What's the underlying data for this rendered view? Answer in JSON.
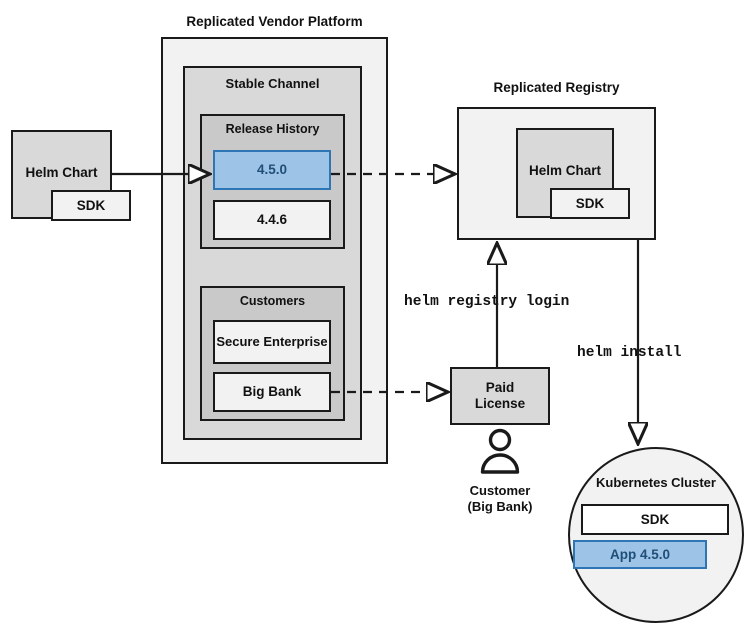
{
  "diagram": {
    "title_platform": "Replicated Vendor Platform",
    "title_registry": "Replicated Registry"
  },
  "source_chart": {
    "name": "Helm Chart",
    "sdk": "SDK"
  },
  "platform": {
    "channel": {
      "label": "Stable Channel",
      "release_history": {
        "label": "Release History",
        "releases": [
          {
            "version": "4.5.0",
            "highlighted": true
          },
          {
            "version": "4.4.6",
            "highlighted": false
          }
        ]
      },
      "customers": {
        "label": "Customers",
        "entries": [
          {
            "name": "Secure Enterprise"
          },
          {
            "name": "Big Bank"
          }
        ]
      }
    }
  },
  "registry": {
    "chart": {
      "name": "Helm Chart",
      "sdk": "SDK"
    }
  },
  "license": {
    "label_line1": "Paid",
    "label_line2": "License"
  },
  "customer": {
    "label_line1": "Customer",
    "label_line2": "(Big Bank)"
  },
  "cluster": {
    "label": "Kubernetes Cluster",
    "components": [
      {
        "name": "SDK",
        "highlighted": false
      },
      {
        "name": "App 4.5.0",
        "highlighted": true
      }
    ]
  },
  "commands": {
    "registry_login": "helm registry login",
    "install": "helm install"
  },
  "colors": {
    "accent_fill": "#9dc3e6",
    "accent_border": "#2e75b6",
    "accent_text": "#1f4e79",
    "stroke": "#1a1a1a",
    "panel_light": "#f2f2f2",
    "panel_mid": "#d9d9d9",
    "panel_dark": "#c9c9c9"
  }
}
